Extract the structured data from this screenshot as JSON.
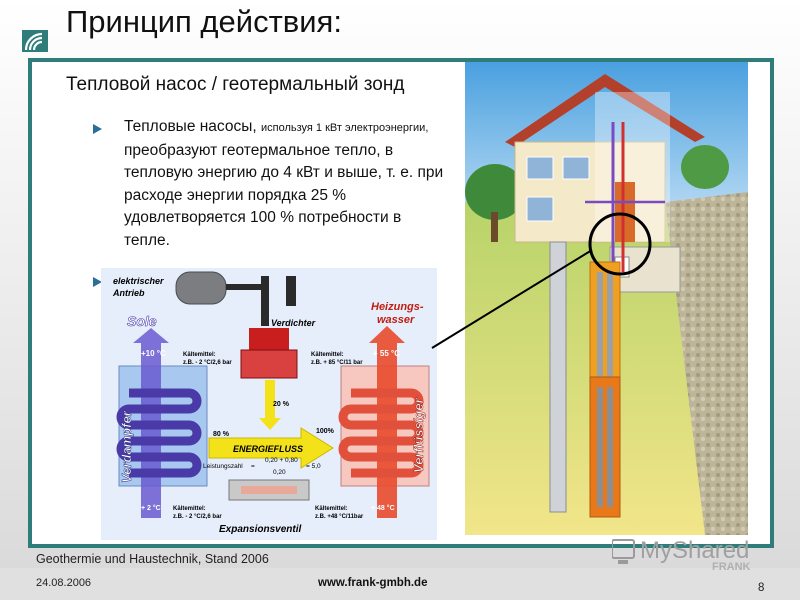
{
  "header": {
    "title": "Принцип действия:"
  },
  "main": {
    "subtitle": "Тепловой насос / геотермальный зонд",
    "bullet_1": {
      "lead": "Тепловые насосы,",
      "small_part": "используя 1 кВт электроэнергии,",
      "rest": "преобразуют геотермальное тепло, в тепловую энергию до 4 кВт и выше, т. е. при расходе энергии порядка 25 % удовлетворяется 100 % потребности в тепле."
    }
  },
  "diagram": {
    "drive_label_1": "elektrischer",
    "drive_label_2": "Antrieb",
    "compressor": "Verdichter",
    "sole": "Sole",
    "heating_water_1": "Heizungs-",
    "heating_water_2": "wasser",
    "sole_temp_in": "+10 °C",
    "heat_temp_out": "+ 55 °C",
    "refrigerant_label": "Kältemittel:",
    "refrigerant_left": "z.B. - 2 °C/2,6 bar",
    "refrigerant_right_top": "z.B. + 85 °C/11 bar",
    "evaporator": "Verdampfer",
    "condenser": "Verflüssiger",
    "pct_20": "20 %",
    "pct_80": "80 %",
    "pct_100": "100%",
    "energy_flow": "ENERGIEFLUSS",
    "cop_label": "Leistungszahl",
    "cop_formula_top": "0,20 + 0,80",
    "cop_formula_bottom": "0,20",
    "cop_equals": "=",
    "cop_result": "= 5,0",
    "sole_temp_out": "+ 2 °C",
    "heat_temp_in": "+ 48 °C",
    "refrigerant_bottom_left": "z.B. - 2 °C/2,6 bar",
    "refrigerant_bottom_right": "z.B. +48 °C/11bar",
    "expansion_valve": "Expansionsventil"
  },
  "footer": {
    "source": "Geothermie und Haustechnik, Stand 2006",
    "date": "24.08.2006",
    "url": "www.frank-gmbh.de",
    "page": "8"
  },
  "watermark": {
    "text": "MyShared",
    "brand": "FRANK"
  },
  "colors": {
    "panel_border": "#2e7d7a",
    "bullet": "#2a6e9a",
    "hot": "#e8412c",
    "cold": "#5560c8",
    "energy": "#f3e21a"
  }
}
